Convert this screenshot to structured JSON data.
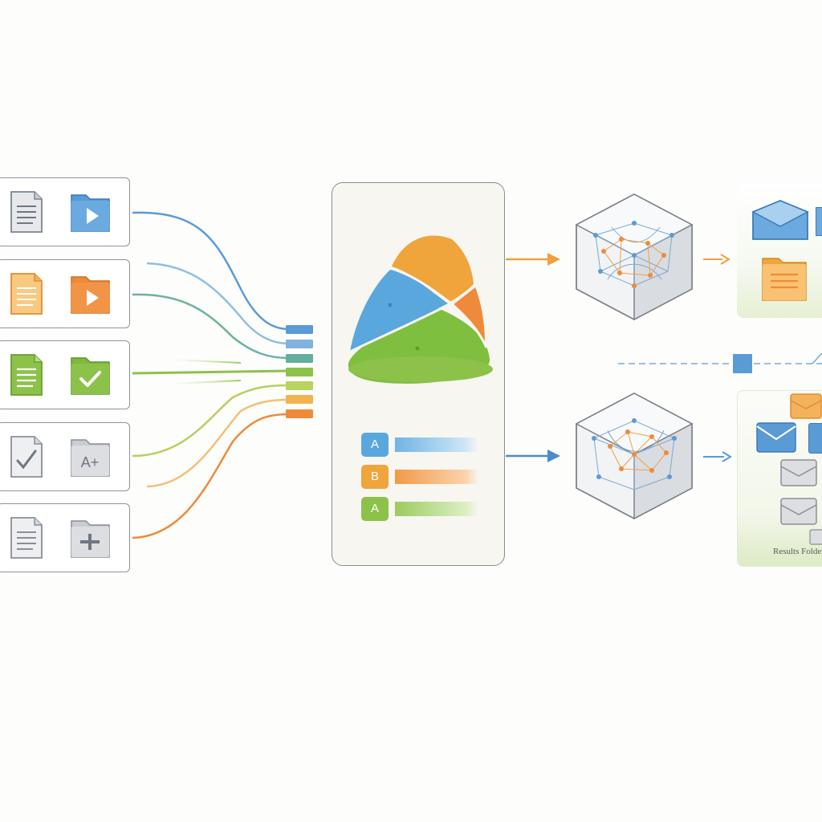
{
  "colors": {
    "blue": "#5b9bd5",
    "orange": "#ef8a3a",
    "green": "#8cc24a",
    "gray": "#a9acb0",
    "panel_bg": "#f7f6f1"
  },
  "sources": [
    {
      "doc_icon": "document-icon",
      "folder_icon": "play-folder-icon",
      "color": "blue"
    },
    {
      "doc_icon": "document-icon",
      "folder_icon": "play-folder-icon",
      "color": "orange"
    },
    {
      "doc_icon": "document-icon",
      "folder_icon": "checkmark-folder-icon",
      "color": "green"
    },
    {
      "doc_icon": "checked-document-icon",
      "folder_icon": "grade-folder-icon",
      "color": "gray",
      "folder_text": "A+"
    },
    {
      "doc_icon": "document-icon",
      "folder_icon": "plus-folder-icon",
      "color": "gray"
    }
  ],
  "center": {
    "legend": [
      {
        "badge": "A",
        "color": "blue"
      },
      {
        "badge": "B",
        "color": "orange"
      },
      {
        "badge": "A",
        "color": "green"
      }
    ]
  },
  "outputs": {
    "bottom_caption": "Results Folder"
  }
}
